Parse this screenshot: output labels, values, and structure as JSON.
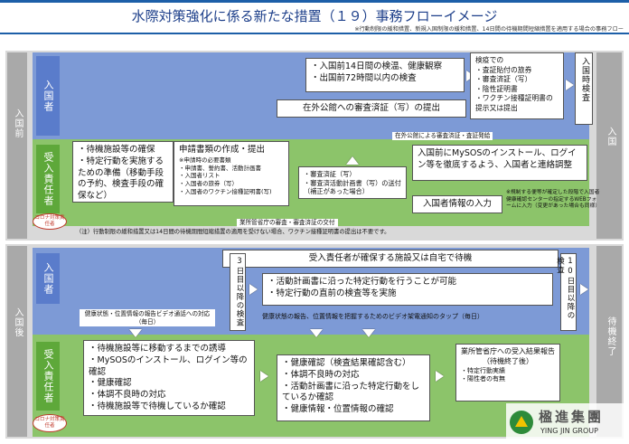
{
  "title": "水際対策強化に係る新たな措置（１９）事務フローイメージ",
  "subtitle": "※行動制限の緩和措置、新規入国制限の緩和措置、14日間の待機期間短縮措置を適用する場合の事務フロー",
  "phases": {
    "before": "入国前",
    "after": "入国後"
  },
  "lanes": {
    "entrant": "入国者",
    "host": "受入責任者"
  },
  "corona_badge": "コロナ対策責任者",
  "pre": {
    "entrant_checks": [
      "入国前14日間の検温、健康観察",
      "出国前72時間以内の検査"
    ],
    "quarantine_docs_title": "検疫での",
    "quarantine_docs": [
      "査証貼付の旅券",
      "審査済証（写）",
      "陰性証明書",
      "ワクチン接種証明書の提示又は提出"
    ],
    "arrival_check": "入国時検査",
    "entry": "入国",
    "consulate_submit": "在外公館への審査済証（写）の提出",
    "consulate_issue": "在外公館による審査済証・査証発給",
    "host_prep": [
      "待機施設等の確保",
      "特定行動を実施するための準備（移動手段の予約、検査手段の確保など）"
    ],
    "application_title": "申請書類の作成・提出",
    "application_note": "※申請時の必要書類",
    "application_docs": [
      "申請書、誓約書、活動計画書",
      "入国者リスト",
      "入国者の旅券（写）",
      "入国者のワクチン接種証明書(写)"
    ],
    "send_docs": [
      "審査済証（写）",
      "審査済活動計画書（写）の送付（補正があった場合）"
    ],
    "mysos": "入国前にMySOSのインストール、ログイン等を徹底するよう、入国者と連絡調整",
    "entrant_info": "入国者情報の入力",
    "web_form_note": "※規制する便等が確定した段階で入国者健康確認センターの指定するWEBフォームに入力（変更があった場合も同様）",
    "ministry_review": "業所管省庁の審査・審査済証の交付",
    "footnote": "（注）行動制限の緩和措置又は14日間の待機期間短縮措置の適用を受けない場合、ワクチン接種証明書の提出は不要です。"
  },
  "post": {
    "wait_at_facility": "受入責任者が確保する施設又は自宅で待機",
    "day3_test": "3日目以降の検査",
    "day10_test": "10日目以降の検査",
    "activities": [
      "活動計画書に沿った特定行動を行うことが可能",
      "特定行動の直前の検査等を実施"
    ],
    "wait_end": "待機終了",
    "report_label": "健康状態・位置情報の報告ビデオ通話への対応（毎日）",
    "video_tap": "健康状態の報告、位置情報を把握するためのビデオ架電通知のタップ（毎日）",
    "host_support": [
      "待機施設等に移動するまでの誘導",
      "MySOSのインストール、ログイン等の確認",
      "健康確認",
      "体調不良時の対応",
      "待機施設等で待機しているか確認"
    ],
    "host_checks": [
      "健康確認（検査結果確認含む）",
      "体調不良時の対応",
      "活動計画書に沿った特定行動をしているか確認",
      "健康情報・位置情報の確認"
    ],
    "ministry_report_title": "業所管省庁への受入結果報告（待機終了後）",
    "ministry_report_items": [
      "特定行動実績",
      "陽性者の有無"
    ]
  },
  "watermark": {
    "cn": "楹進集團",
    "en": "YING JIN GROUP"
  },
  "colors": {
    "header": "#1d5fa8",
    "lane_blue": "#7d9ad6",
    "lane_green": "#8cc46a",
    "stripe": "#a9a9a9"
  }
}
